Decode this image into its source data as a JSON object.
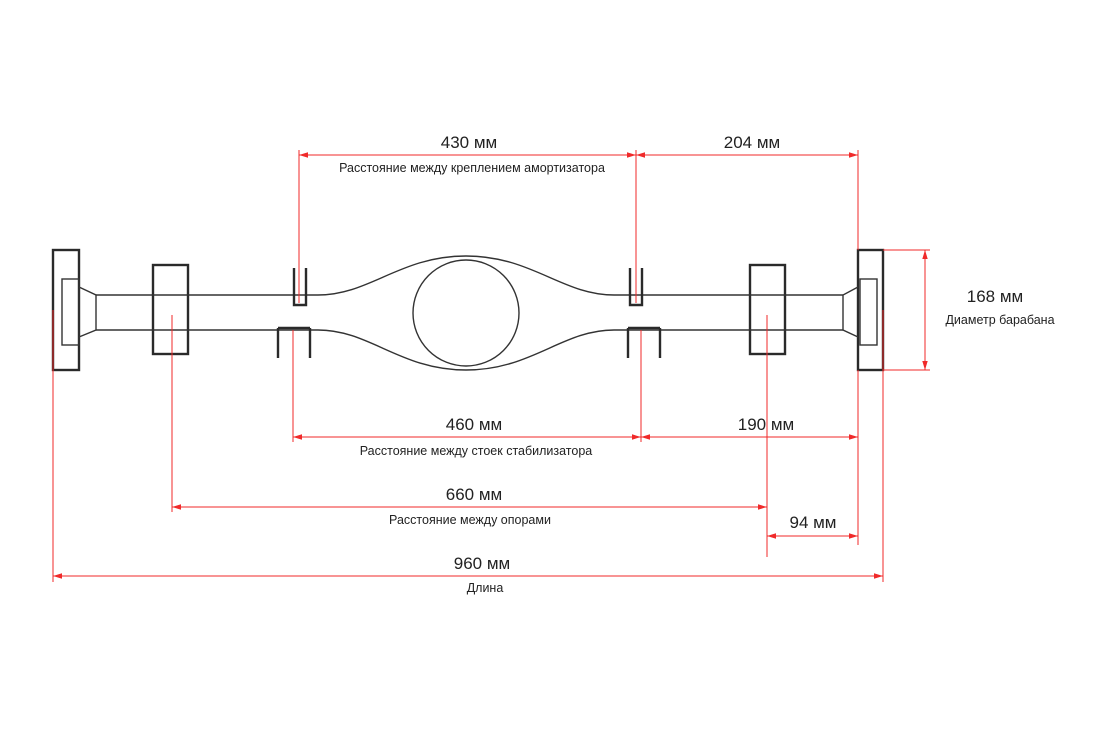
{
  "dimensions": {
    "shock_mount": {
      "value": "430 мм",
      "label": "Расстояние между креплением амортизатора"
    },
    "shock_to_end": {
      "value": "204 мм"
    },
    "drum": {
      "value": "168 мм",
      "label": "Диаметр барабана"
    },
    "stabilizer": {
      "value": "460 мм",
      "label": "Расстояние между стоек стабилизатора"
    },
    "stabilizer_to_end": {
      "value": "190 мм"
    },
    "supports": {
      "value": "660 мм",
      "label": "Расстояние между опорами"
    },
    "support_to_end": {
      "value": "94 мм"
    },
    "length": {
      "value": "960 мм",
      "label": "Длина"
    }
  },
  "colors": {
    "dimension": "#f02a2a",
    "drawing": "#2a2a2a"
  }
}
